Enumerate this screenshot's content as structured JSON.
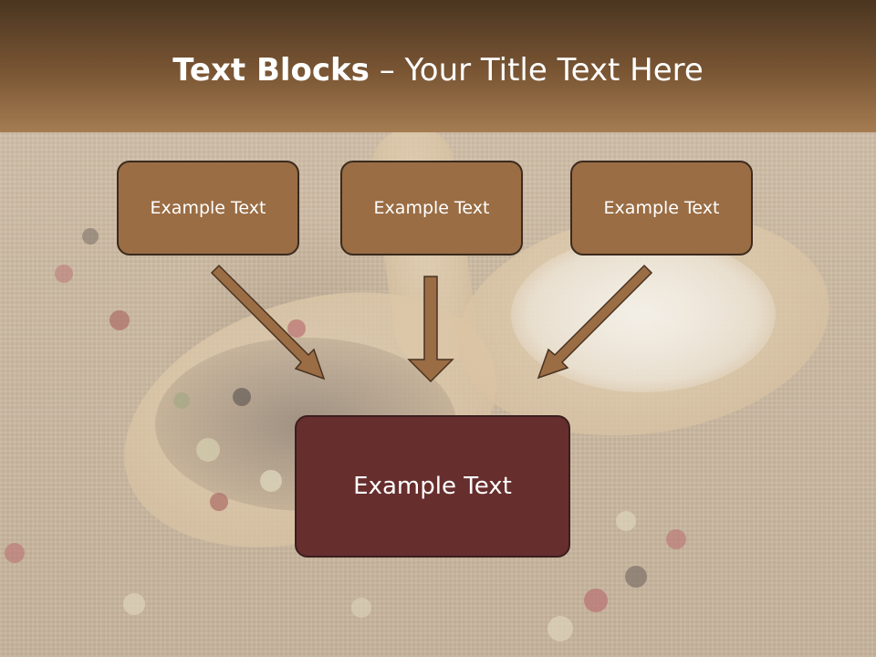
{
  "slide": {
    "title_bold": "Text Blocks",
    "title_dash": " – ",
    "title_rest": "Your Title Text Here"
  },
  "blocks": [
    {
      "label": "Example Text"
    },
    {
      "label": "Example Text"
    },
    {
      "label": "Example Text"
    }
  ],
  "main_block": {
    "label": "Example Text"
  },
  "colors": {
    "header_dark": "#4a3520",
    "header_light": "#a57c52",
    "block_fill": "#9a6d44",
    "block_border": "#3b2a1e",
    "main_fill": "#672e2e",
    "arrow_fill": "#9a6d44"
  }
}
